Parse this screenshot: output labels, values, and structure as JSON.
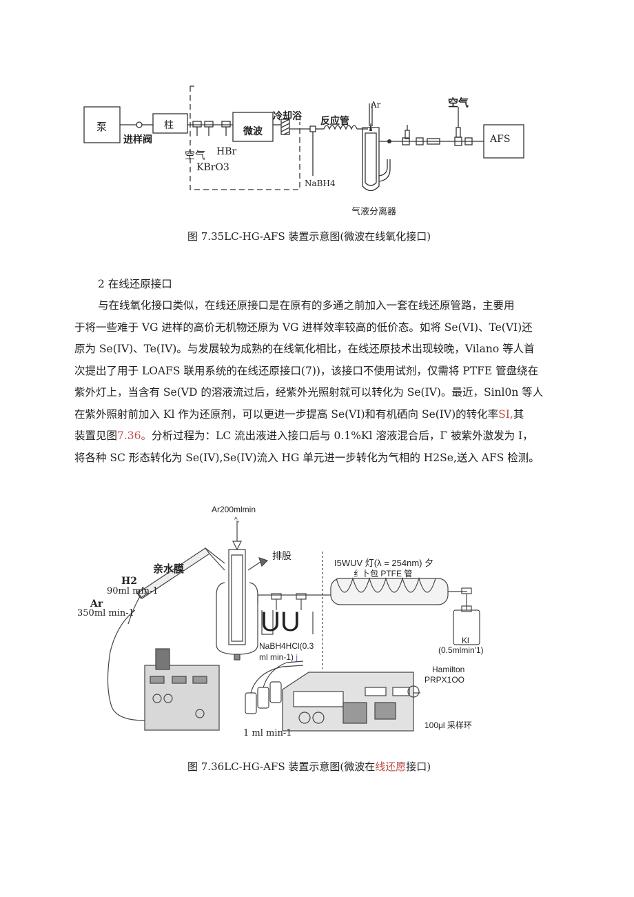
{
  "figure1": {
    "labels": {
      "pump": "泵",
      "injector": "进样阀",
      "column": "柱",
      "air": "空气",
      "kbro3": "KBrO3",
      "hbr": "HBr",
      "microwave": "微波",
      "cooling_bath": "冷却浴",
      "reaction_tube": "反应管",
      "ar": "Ar",
      "nabh4": "NaBH4",
      "gas_liquid_separator": "气液分离器",
      "air2": "空气",
      "afs": "AFS"
    },
    "caption": "图 7.35LC-HG-AFS 装置示意图(微波在线氧化接口)"
  },
  "section": {
    "heading": "2 在线还原接口",
    "lines": [
      "与在线氧化接口类似，在线还原接口是在原有的多通之前加入一套在线还原管路，主要用",
      "于将一些难于 VG 进样的高价无机物还原为 VG 进样效率较高的低价态。如将 Se(VI)、Te(VI)还",
      "原为 Se(IV)、Te(IV)。与发展较为成熟的在线氧化相比，在线还原技术出现较晚，Vilano 等人首",
      "次提出了用于 LOAFS 联用系统的在线还原接口(7))，该接口不使用试剂，仅需将 PTFE 管盘绕在",
      "紫外灯上，当含有 Se(VD 的溶液流过后，经紫外光照射就可以转化为 Se(IV)。最近，Sinl0n 等人",
      "在紫外照射前加入 Kl 作为还原剂，可以更进一步提高 Se(VI)和有机硒向 Se(IV)的转化率"
    ],
    "line6_red": "SI,",
    "line6_tail": "其",
    "line7_pre": "装置见图",
    "line7_red": "7.36。",
    "line7_post": "分析过程为：LC 流出液进入接口后与 0.1%Kl 溶液混合后，Γ 被紫外激发为 I，",
    "line8": "将各种 SC 形态转化为 Se(IV),Se(IV)流入 HG 单元进一步转化为气相的 H2Se,送入 AFS 检测。"
  },
  "figure2": {
    "labels": {
      "ar_flow": "Ar200mlmin",
      "ar_flow_mark": "^,",
      "waste": "排股",
      "membrane": "亲水膜",
      "h2": "H2",
      "h2_flow": "90ml min-1",
      "ar": "Ar",
      "ar2_flow": "350ml min-1",
      "uv_lamp": "I5WUV 灯(λ = 254nm) 夕",
      "ptfe": "纟卜包 PTFE 管",
      "uu": "UU",
      "reagents_1": "NaBH4HCl(0.3",
      "reagents_2": "ml min-1)",
      "reagents_2_j": "j",
      "ki": "Kl",
      "ki_flow": "(0.5mlmin'1)",
      "hamilton_1": "Hamilton",
      "hamilton_2": "PRPX1OO",
      "pump_flow": "1 ml min-1",
      "loop": "100μl 采样环"
    },
    "caption_pre": "图 7.36LC-HG-AFS 装置示意图(微波在",
    "caption_red": "线还愿",
    "caption_post": "接口)"
  },
  "colors": {
    "accent_red": "#c0504d",
    "text": "#222222"
  }
}
